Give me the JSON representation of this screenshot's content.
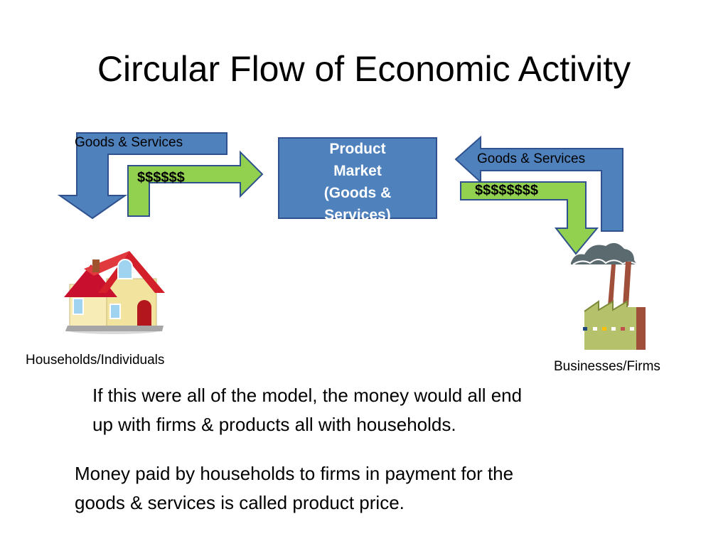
{
  "title": "Circular Flow of Economic Activity",
  "diagram": {
    "left_goods_label": "Goods & Services",
    "left_money_label": "$$$$$$",
    "product_market": {
      "line1": "Product",
      "line2": "Market",
      "line3": "(Goods &",
      "line4": "Services)"
    },
    "right_goods_label": "Goods & Services",
    "right_money_label": "$$$$$$$$",
    "households_label": "Households/Individuals",
    "businesses_label": "Businesses/Firms",
    "colors": {
      "goods_arrow": "#4f81bd",
      "money_arrow": "#92d050",
      "arrow_outline": "#2f528f",
      "product_market_box": "#4f81bd"
    },
    "icons": [
      "house-icon",
      "factory-icon"
    ]
  },
  "text": {
    "paragraph1_line1": "If this were all of the model, the money would all end",
    "paragraph1_line2": "up with firms & products all with households.",
    "paragraph2_line1": "Money paid by households to firms in payment for the",
    "paragraph2_line2": "goods & services is called product price."
  }
}
